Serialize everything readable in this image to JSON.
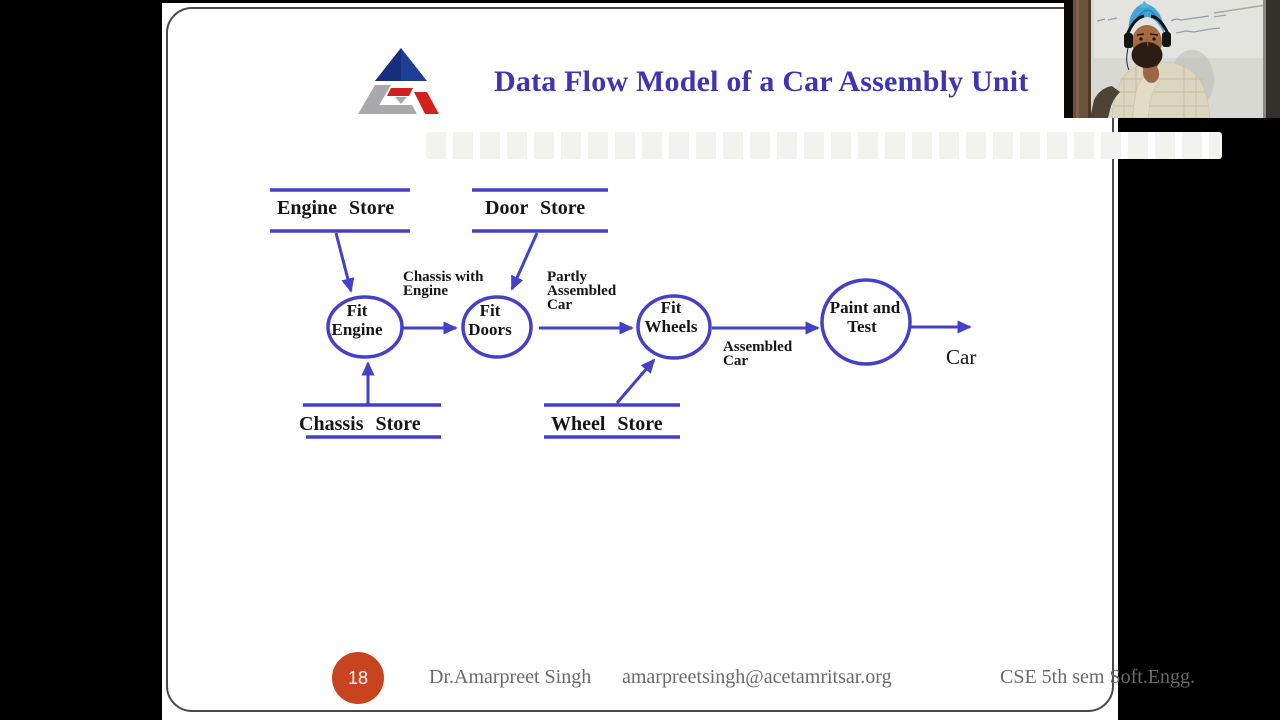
{
  "header": {
    "title": "Data Flow Model of a Car Assembly Unit"
  },
  "diagram": {
    "stores": [
      {
        "label": "Engine Store"
      },
      {
        "label": "Door Store"
      },
      {
        "label": "Chassis Store"
      },
      {
        "label": "Wheel Store"
      }
    ],
    "processes": [
      {
        "line1": "Fit",
        "line2": "Engine"
      },
      {
        "line1": "Fit",
        "line2": "Doors"
      },
      {
        "line1": "Fit",
        "line2": "Wheels"
      },
      {
        "line1": "Paint and",
        "line2": "Test"
      }
    ],
    "flow_labels": [
      {
        "line1": "Chassis with",
        "line2": "Engine"
      },
      {
        "line1": "Partly",
        "line2": "Assembled",
        "line3": "Car"
      },
      {
        "line1": "Assembled",
        "line2": "Car"
      }
    ],
    "output_label": "Car"
  },
  "footer": {
    "page_number": "18",
    "author": "Dr.Amarpreet Singh",
    "email": "amarpreetsingh@acetamritsar.org",
    "course": "CSE 5th sem Soft.Engg."
  },
  "colors": {
    "diagram_line": "#4540c6",
    "title_text": "#3d36b0",
    "footer_badge": "#c8441f",
    "footer_text": "#6a6a6a",
    "webcam_turban": "#45a4d6"
  }
}
